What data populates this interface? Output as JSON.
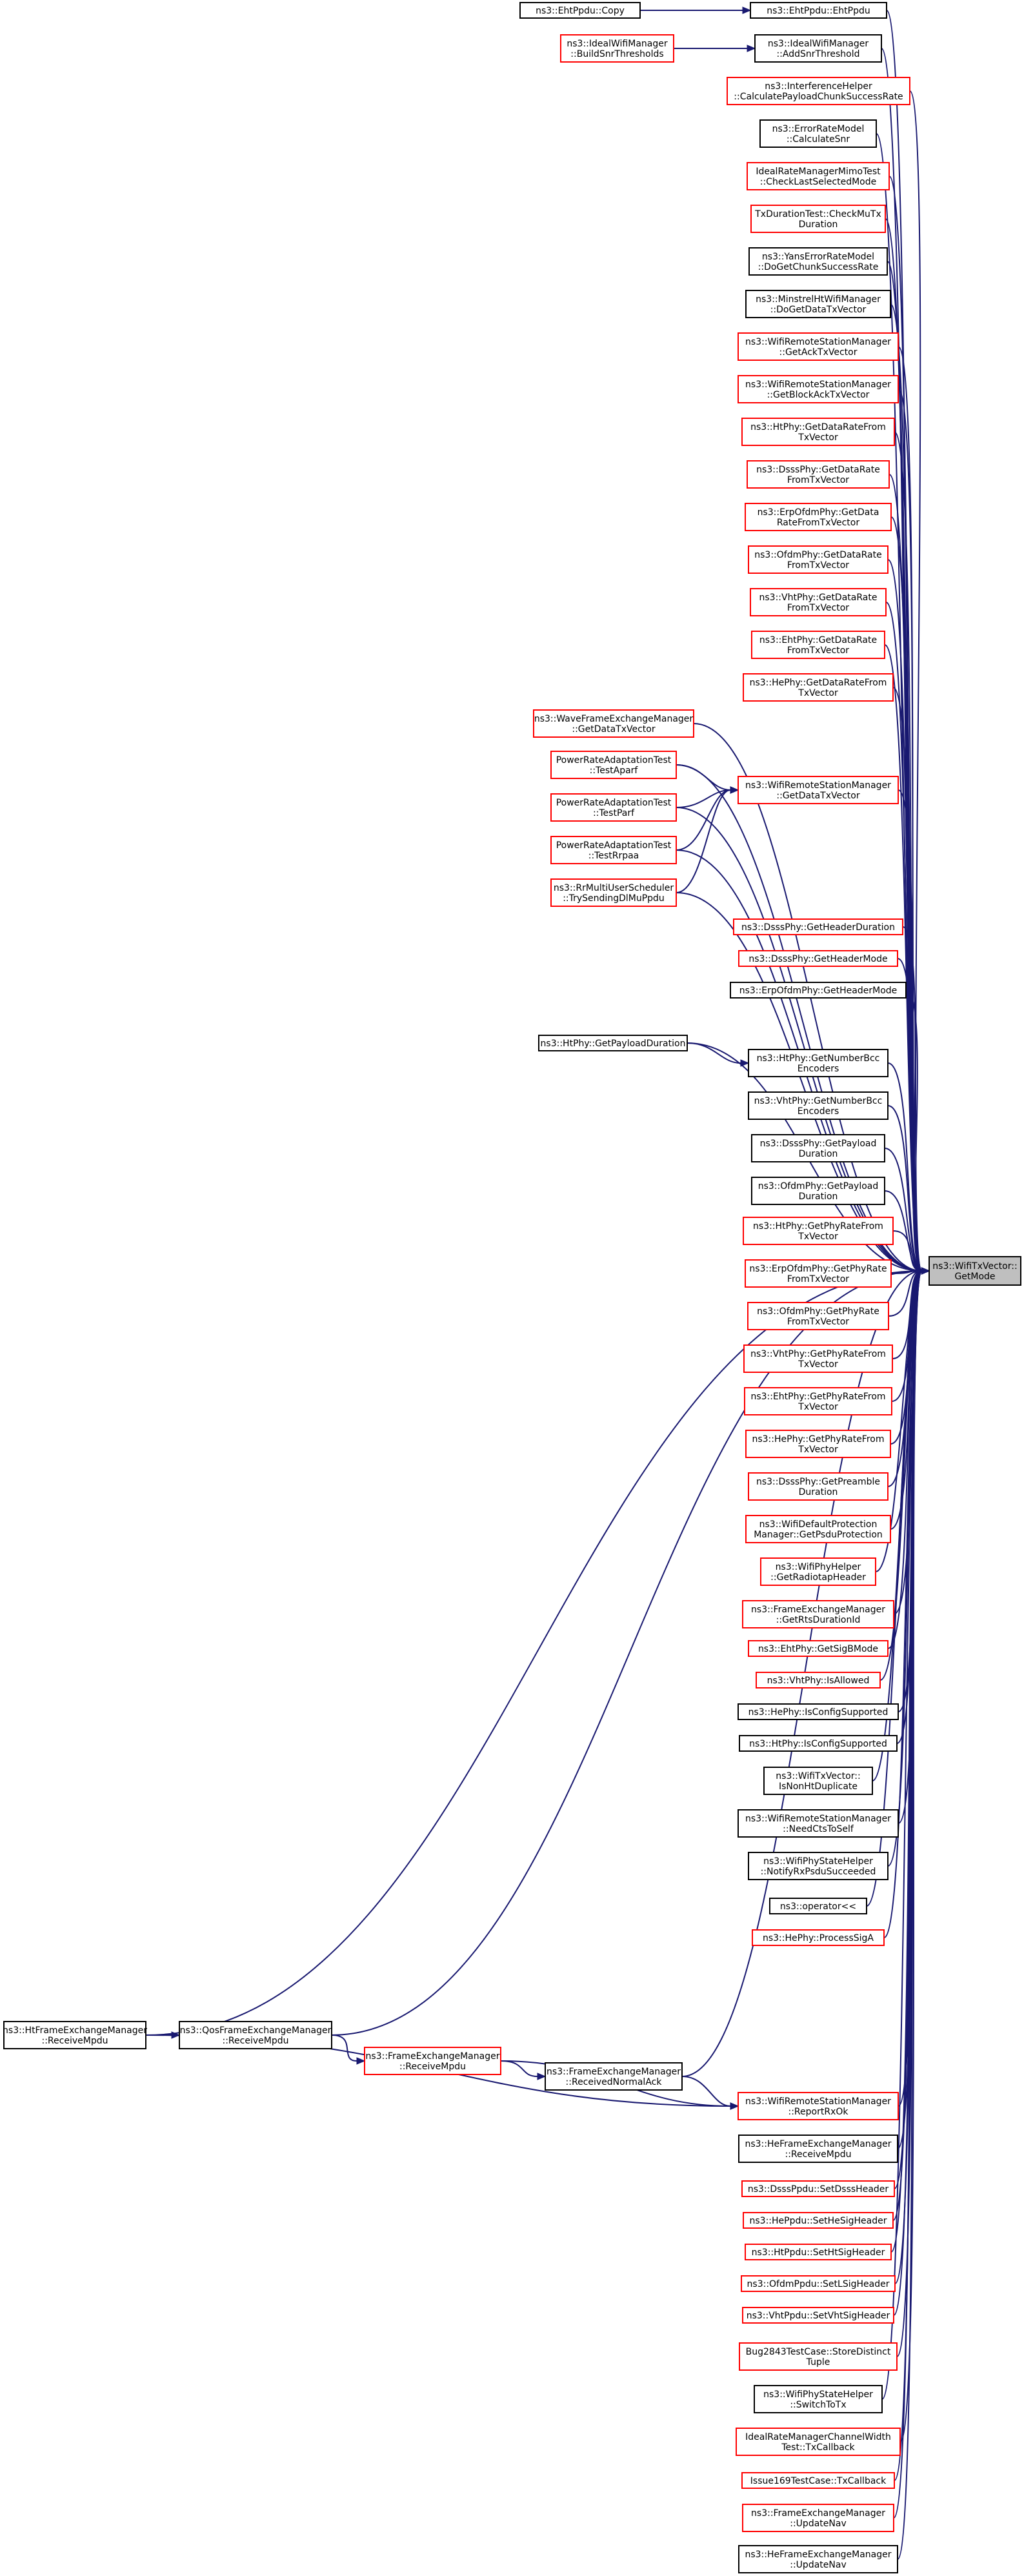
{
  "colors": {
    "edge": "#191970",
    "border_black": "#000000",
    "border_red": "#ff0000",
    "target_fill": "#bfbfbf",
    "node_fill": "#ffffff"
  },
  "target": {
    "id": "target",
    "lines": [
      "ns3::WifiTxVector::",
      "GetMode"
    ]
  },
  "nodes": [
    {
      "id": "n1",
      "lines": [
        "ns3::EhtPpdu::EhtPpdu"
      ],
      "border": "black"
    },
    {
      "id": "n2",
      "lines": [
        "ns3::EhtPpdu::Copy"
      ],
      "border": "black"
    },
    {
      "id": "n3",
      "lines": [
        "ns3::IdealWifiManager",
        "::AddSnrThreshold"
      ],
      "border": "black"
    },
    {
      "id": "n4",
      "lines": [
        "ns3::IdealWifiManager",
        "::BuildSnrThresholds"
      ],
      "border": "red"
    },
    {
      "id": "n5",
      "lines": [
        "ns3::InterferenceHelper",
        "::CalculatePayloadChunkSuccessRate"
      ],
      "border": "red"
    },
    {
      "id": "n6",
      "lines": [
        "ns3::ErrorRateModel",
        "::CalculateSnr"
      ],
      "border": "black"
    },
    {
      "id": "n7",
      "lines": [
        "IdealRateManagerMimoTest",
        "::CheckLastSelectedMode"
      ],
      "border": "red"
    },
    {
      "id": "n8",
      "lines": [
        "TxDurationTest::CheckMuTx",
        "Duration"
      ],
      "border": "red"
    },
    {
      "id": "n9",
      "lines": [
        "ns3::YansErrorRateModel",
        "::DoGetChunkSuccessRate"
      ],
      "border": "black"
    },
    {
      "id": "n10",
      "lines": [
        "ns3::MinstrelHtWifiManager",
        "::DoGetDataTxVector"
      ],
      "border": "black"
    },
    {
      "id": "n11",
      "lines": [
        "ns3::WifiRemoteStationManager",
        "::GetAckTxVector"
      ],
      "border": "red"
    },
    {
      "id": "n12",
      "lines": [
        "ns3::WifiRemoteStationManager",
        "::GetBlockAckTxVector"
      ],
      "border": "red"
    },
    {
      "id": "n13",
      "lines": [
        "ns3::HtPhy::GetDataRateFrom",
        "TxVector"
      ],
      "border": "red"
    },
    {
      "id": "n14",
      "lines": [
        "ns3::DsssPhy::GetDataRate",
        "FromTxVector"
      ],
      "border": "red"
    },
    {
      "id": "n15",
      "lines": [
        "ns3::ErpOfdmPhy::GetData",
        "RateFromTxVector"
      ],
      "border": "red"
    },
    {
      "id": "n16",
      "lines": [
        "ns3::OfdmPhy::GetDataRate",
        "FromTxVector"
      ],
      "border": "red"
    },
    {
      "id": "n17",
      "lines": [
        "ns3::VhtPhy::GetDataRate",
        "FromTxVector"
      ],
      "border": "red"
    },
    {
      "id": "n18",
      "lines": [
        "ns3::EhtPhy::GetDataRate",
        "FromTxVector"
      ],
      "border": "red"
    },
    {
      "id": "n19",
      "lines": [
        "ns3::HePhy::GetDataRateFrom",
        "TxVector"
      ],
      "border": "red"
    },
    {
      "id": "n20",
      "lines": [
        "ns3::WaveFrameExchangeManager",
        "::GetDataTxVector"
      ],
      "border": "red"
    },
    {
      "id": "n21",
      "lines": [
        "ns3::WifiRemoteStationManager",
        "::GetDataTxVector"
      ],
      "border": "red"
    },
    {
      "id": "n22",
      "lines": [
        "PowerRateAdaptationTest",
        "::TestAparf"
      ],
      "border": "red"
    },
    {
      "id": "n23",
      "lines": [
        "PowerRateAdaptationTest",
        "::TestParf"
      ],
      "border": "red"
    },
    {
      "id": "n24",
      "lines": [
        "PowerRateAdaptationTest",
        "::TestRrpaa"
      ],
      "border": "red"
    },
    {
      "id": "n25",
      "lines": [
        "ns3::RrMultiUserScheduler",
        "::TrySendingDlMuPpdu"
      ],
      "border": "red"
    },
    {
      "id": "n26",
      "lines": [
        "ns3::DsssPhy::GetHeaderDuration"
      ],
      "border": "red"
    },
    {
      "id": "n27",
      "lines": [
        "ns3::DsssPhy::GetHeaderMode"
      ],
      "border": "red"
    },
    {
      "id": "n28",
      "lines": [
        "ns3::ErpOfdmPhy::GetHeaderMode"
      ],
      "border": "black"
    },
    {
      "id": "n29",
      "lines": [
        "ns3::HtPhy::GetPayloadDuration"
      ],
      "border": "black"
    },
    {
      "id": "n30",
      "lines": [
        "ns3::HtPhy::GetNumberBcc",
        "Encoders"
      ],
      "border": "black"
    },
    {
      "id": "n31",
      "lines": [
        "ns3::VhtPhy::GetNumberBcc",
        "Encoders"
      ],
      "border": "black"
    },
    {
      "id": "n32",
      "lines": [
        "ns3::DsssPhy::GetPayload",
        "Duration"
      ],
      "border": "black"
    },
    {
      "id": "n33",
      "lines": [
        "ns3::OfdmPhy::GetPayload",
        "Duration"
      ],
      "border": "black"
    },
    {
      "id": "n34",
      "lines": [
        "ns3::HtPhy::GetPhyRateFrom",
        "TxVector"
      ],
      "border": "red"
    },
    {
      "id": "n35",
      "lines": [
        "ns3::ErpOfdmPhy::GetPhyRate",
        "FromTxVector"
      ],
      "border": "red"
    },
    {
      "id": "n36",
      "lines": [
        "ns3::OfdmPhy::GetPhyRate",
        "FromTxVector"
      ],
      "border": "red"
    },
    {
      "id": "n37",
      "lines": [
        "ns3::VhtPhy::GetPhyRateFrom",
        "TxVector"
      ],
      "border": "red"
    },
    {
      "id": "n38",
      "lines": [
        "ns3::EhtPhy::GetPhyRateFrom",
        "TxVector"
      ],
      "border": "red"
    },
    {
      "id": "n39",
      "lines": [
        "ns3::HePhy::GetPhyRateFrom",
        "TxVector"
      ],
      "border": "red"
    },
    {
      "id": "n40",
      "lines": [
        "ns3::DsssPhy::GetPreamble",
        "Duration"
      ],
      "border": "red"
    },
    {
      "id": "n41",
      "lines": [
        "ns3::WifiDefaultProtection",
        "Manager::GetPsduProtection"
      ],
      "border": "red"
    },
    {
      "id": "n42",
      "lines": [
        "ns3::WifiPhyHelper",
        "::GetRadiotapHeader"
      ],
      "border": "red"
    },
    {
      "id": "n43",
      "lines": [
        "ns3::FrameExchangeManager",
        "::GetRtsDurationId"
      ],
      "border": "red"
    },
    {
      "id": "n44",
      "lines": [
        "ns3::EhtPhy::GetSigBMode"
      ],
      "border": "red"
    },
    {
      "id": "n45",
      "lines": [
        "ns3::VhtPhy::IsAllowed"
      ],
      "border": "red"
    },
    {
      "id": "n46",
      "lines": [
        "ns3::HePhy::IsConfigSupported"
      ],
      "border": "black"
    },
    {
      "id": "n47",
      "lines": [
        "ns3::HtPhy::IsConfigSupported"
      ],
      "border": "black"
    },
    {
      "id": "n48",
      "lines": [
        "ns3::WifiTxVector::",
        "IsNonHtDuplicate"
      ],
      "border": "black"
    },
    {
      "id": "n49",
      "lines": [
        "ns3::WifiRemoteStationManager",
        "::NeedCtsToSelf"
      ],
      "border": "black"
    },
    {
      "id": "n50",
      "lines": [
        "ns3::WifiPhyStateHelper",
        "::NotifyRxPsduSucceeded"
      ],
      "border": "black"
    },
    {
      "id": "n51",
      "lines": [
        "ns3::operator<<"
      ],
      "border": "black"
    },
    {
      "id": "n52",
      "lines": [
        "ns3::HePhy::ProcessSigA"
      ],
      "border": "red"
    },
    {
      "id": "n53",
      "lines": [
        "ns3::HtFrameExchangeManager",
        "::ReceiveMpdu"
      ],
      "border": "black"
    },
    {
      "id": "n54",
      "lines": [
        "ns3::QosFrameExchangeManager",
        "::ReceiveMpdu"
      ],
      "border": "black"
    },
    {
      "id": "n55",
      "lines": [
        "ns3::FrameExchangeManager",
        "::ReceiveMpdu"
      ],
      "border": "red"
    },
    {
      "id": "n56",
      "lines": [
        "ns3::FrameExchangeManager",
        "::ReceivedNormalAck"
      ],
      "border": "black"
    },
    {
      "id": "n57",
      "lines": [
        "ns3::WifiRemoteStationManager",
        "::ReportRxOk"
      ],
      "border": "red"
    },
    {
      "id": "n58",
      "lines": [
        "ns3::HeFrameExchangeManager",
        "::ReceiveMpdu"
      ],
      "border": "black"
    },
    {
      "id": "n59",
      "lines": [
        "ns3::DsssPpdu::SetDsssHeader"
      ],
      "border": "red"
    },
    {
      "id": "n60",
      "lines": [
        "ns3::HePpdu::SetHeSigHeader"
      ],
      "border": "red"
    },
    {
      "id": "n61",
      "lines": [
        "ns3::HtPpdu::SetHtSigHeader"
      ],
      "border": "red"
    },
    {
      "id": "n62",
      "lines": [
        "ns3::OfdmPpdu::SetLSigHeader"
      ],
      "border": "red"
    },
    {
      "id": "n63",
      "lines": [
        "ns3::VhtPpdu::SetVhtSigHeader"
      ],
      "border": "red"
    },
    {
      "id": "n64",
      "lines": [
        "Bug2843TestCase::StoreDistinct",
        "Tuple"
      ],
      "border": "red"
    },
    {
      "id": "n65",
      "lines": [
        "ns3::WifiPhyStateHelper",
        "::SwitchToTx"
      ],
      "border": "black"
    },
    {
      "id": "n66",
      "lines": [
        "IdealRateManagerChannelWidth",
        "Test::TxCallback"
      ],
      "border": "red"
    },
    {
      "id": "n67",
      "lines": [
        "Issue169TestCase::TxCallback"
      ],
      "border": "red"
    },
    {
      "id": "n68",
      "lines": [
        "ns3::FrameExchangeManager",
        "::UpdateNav"
      ],
      "border": "red"
    },
    {
      "id": "n69",
      "lines": [
        "ns3::HeFrameExchangeManager",
        "::UpdateNav"
      ],
      "border": "black"
    }
  ],
  "edges": [
    [
      "n2",
      "n1"
    ],
    [
      "n4",
      "n3"
    ],
    [
      "n22",
      "n21"
    ],
    [
      "n23",
      "n21"
    ],
    [
      "n24",
      "n21"
    ],
    [
      "n25",
      "n21"
    ],
    [
      "n29",
      "n30"
    ],
    [
      "n53",
      "n54"
    ],
    [
      "n54",
      "n55"
    ],
    [
      "n55",
      "n56"
    ],
    [
      "n55",
      "n57"
    ],
    [
      "n56",
      "n57"
    ],
    [
      "n53",
      "n57"
    ],
    [
      "n1",
      "target"
    ],
    [
      "n3",
      "target"
    ],
    [
      "n5",
      "target"
    ],
    [
      "n6",
      "target"
    ],
    [
      "n7",
      "target"
    ],
    [
      "n8",
      "target"
    ],
    [
      "n9",
      "target"
    ],
    [
      "n10",
      "target"
    ],
    [
      "n11",
      "target"
    ],
    [
      "n12",
      "target"
    ],
    [
      "n13",
      "target"
    ],
    [
      "n14",
      "target"
    ],
    [
      "n15",
      "target"
    ],
    [
      "n16",
      "target"
    ],
    [
      "n17",
      "target"
    ],
    [
      "n18",
      "target"
    ],
    [
      "n19",
      "target"
    ],
    [
      "n20",
      "target"
    ],
    [
      "n21",
      "target"
    ],
    [
      "n22",
      "target"
    ],
    [
      "n23",
      "target"
    ],
    [
      "n24",
      "target"
    ],
    [
      "n25",
      "target"
    ],
    [
      "n26",
      "target"
    ],
    [
      "n27",
      "target"
    ],
    [
      "n28",
      "target"
    ],
    [
      "n29",
      "target"
    ],
    [
      "n30",
      "target"
    ],
    [
      "n31",
      "target"
    ],
    [
      "n32",
      "target"
    ],
    [
      "n33",
      "target"
    ],
    [
      "n34",
      "target"
    ],
    [
      "n35",
      "target"
    ],
    [
      "n36",
      "target"
    ],
    [
      "n37",
      "target"
    ],
    [
      "n38",
      "target"
    ],
    [
      "n39",
      "target"
    ],
    [
      "n40",
      "target"
    ],
    [
      "n41",
      "target"
    ],
    [
      "n42",
      "target"
    ],
    [
      "n43",
      "target"
    ],
    [
      "n44",
      "target"
    ],
    [
      "n45",
      "target"
    ],
    [
      "n46",
      "target"
    ],
    [
      "n47",
      "target"
    ],
    [
      "n48",
      "target"
    ],
    [
      "n49",
      "target"
    ],
    [
      "n50",
      "target"
    ],
    [
      "n51",
      "target"
    ],
    [
      "n52",
      "target"
    ],
    [
      "n53",
      "target"
    ],
    [
      "n54",
      "target"
    ],
    [
      "n56",
      "target"
    ],
    [
      "n57",
      "target"
    ],
    [
      "n58",
      "target"
    ],
    [
      "n59",
      "target"
    ],
    [
      "n60",
      "target"
    ],
    [
      "n61",
      "target"
    ],
    [
      "n62",
      "target"
    ],
    [
      "n63",
      "target"
    ],
    [
      "n64",
      "target"
    ],
    [
      "n65",
      "target"
    ],
    [
      "n66",
      "target"
    ],
    [
      "n67",
      "target"
    ],
    [
      "n68",
      "target"
    ],
    [
      "n69",
      "target"
    ]
  ]
}
